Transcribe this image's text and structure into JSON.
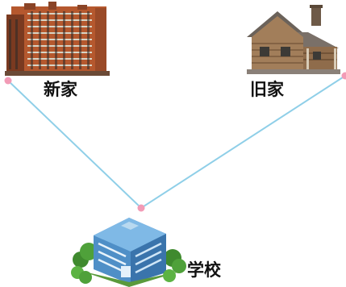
{
  "places": {
    "new_home": {
      "label": "新家"
    },
    "old_home": {
      "label": "旧家"
    },
    "school": {
      "label": "学校"
    }
  },
  "colors": {
    "route_line": "#8fcfe8",
    "point_marker": "#f29bb6",
    "label_text": "#111111"
  }
}
